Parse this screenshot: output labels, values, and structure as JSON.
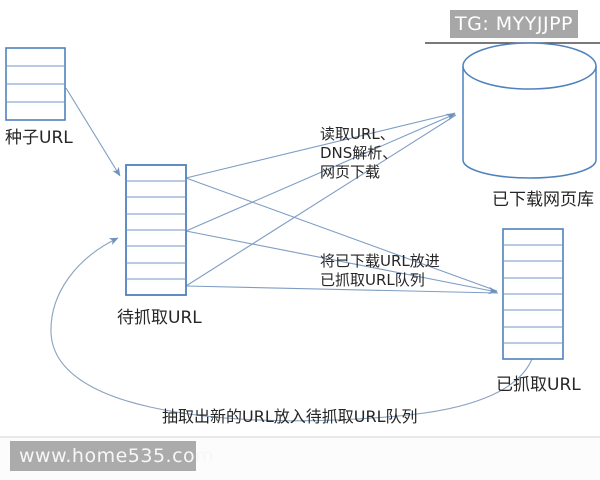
{
  "badge": {
    "label": "TG: MYYJJPP",
    "bg": "#a7a7a7",
    "text_color": "#ffffff"
  },
  "watermark": {
    "label": "www.home535.com",
    "bg": "#ababab",
    "text_color": "#f7f7f7"
  },
  "diagram": {
    "title_implicit": "Web crawler URL flow diagram",
    "nodes": {
      "seed_queue": {
        "label": "种子URL",
        "shape": "queue-stack",
        "rows": 4
      },
      "pending_queue": {
        "label": "待抓取URL",
        "shape": "queue-stack",
        "rows": 8
      },
      "downloaded_store": {
        "label": "已下载网页库",
        "shape": "cylinder"
      },
      "crawled_queue": {
        "label": "已抓取URL",
        "shape": "queue-stack",
        "rows": 8
      }
    },
    "annotations": {
      "fetch": {
        "line1": "读取URL、",
        "line2": "DNS解析、",
        "line3": "网页下载"
      },
      "store": {
        "line1": "将已下载URL放进",
        "line2": "已抓取URL队列"
      },
      "extract": {
        "text": "抽取出新的URL放入待抓取URL队列"
      }
    },
    "colors": {
      "node_stroke": "#4f81bd",
      "row_divider": "#7396c5",
      "connector": "#7f9dc4",
      "feedback_curve": "#8aa2bf",
      "text": "#262626",
      "top_rule": "#4d4d4d"
    }
  }
}
